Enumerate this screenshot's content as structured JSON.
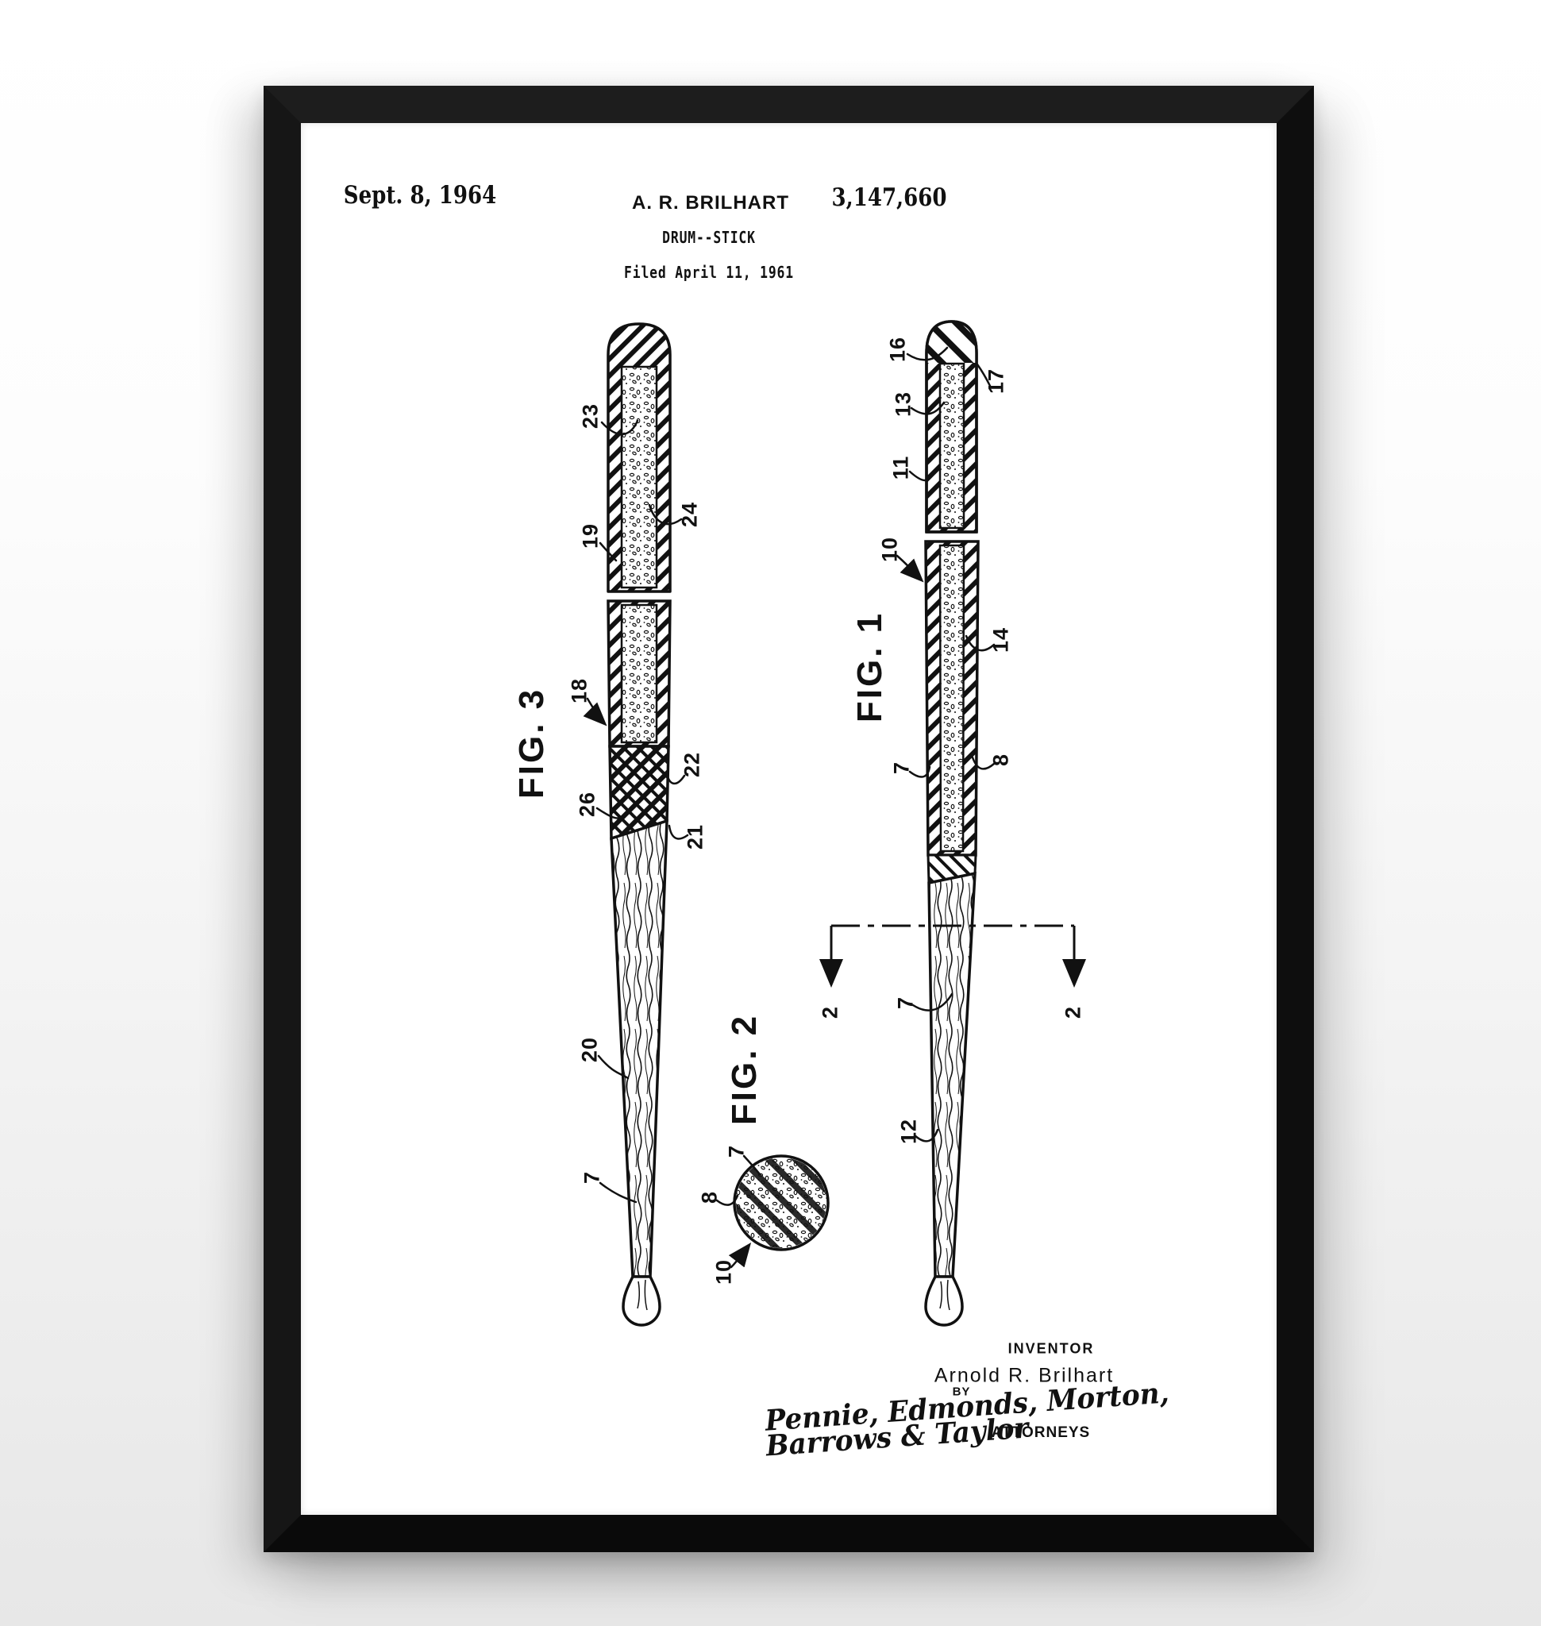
{
  "poster": {
    "header": {
      "date": "Sept. 8, 1964",
      "inventor_abbrev": "A. R. BRILHART",
      "patent_number": "3,147,660",
      "title": "DRUM--STICK",
      "filed": "Filed April 11, 1961"
    },
    "figures": {
      "fig1": {
        "label": "FIG. 1",
        "refs": {
          "r16": "16",
          "r17": "17",
          "r13": "13",
          "r11": "11",
          "r10": "10",
          "r14": "14",
          "r8": "8",
          "r7": "7",
          "r12": "12",
          "r7_section": "7",
          "r2_left": "2",
          "r2_right": "2"
        }
      },
      "fig2": {
        "label": "FIG. 2",
        "refs": {
          "r7": "7",
          "r8": "8",
          "r10": "10"
        }
      },
      "fig3": {
        "label": "FIG. 3",
        "refs": {
          "r23": "23",
          "r24": "24",
          "r19": "19",
          "r18": "18",
          "r22": "22",
          "r26": "26",
          "r21": "21",
          "r20": "20",
          "r7": "7"
        }
      }
    },
    "footer": {
      "inventor_caption": "INVENTOR",
      "inventor_name": "Arnold R. Brilhart",
      "by_label": "BY",
      "signature_line1": "Pennie, Edmonds, Morton,",
      "signature_line2": "Barrows & Taylor",
      "attorneys_label": "ATTORNEYS"
    },
    "colors": {
      "ink": "#111111",
      "paper": "#ffffff",
      "frame": "#121212",
      "wall_top": "#ffffff",
      "wall_bottom": "#e7e7e7"
    }
  }
}
